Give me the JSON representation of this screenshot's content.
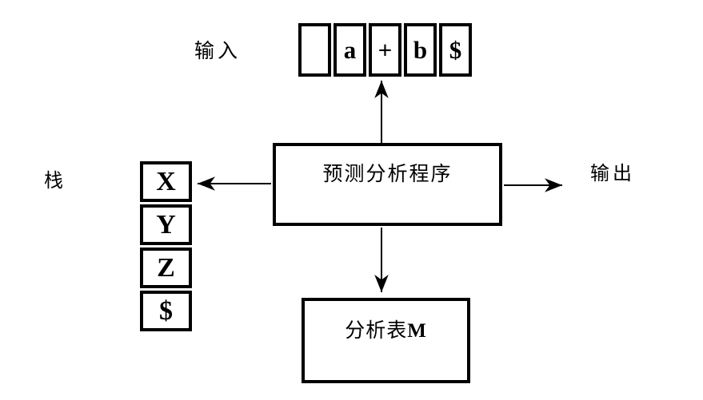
{
  "labels": {
    "input": "输入",
    "stack": "栈",
    "output": "输出"
  },
  "input_tape": {
    "cells": [
      "",
      "a",
      "+",
      "b",
      "$"
    ]
  },
  "stack": {
    "cells": [
      "X",
      "Y",
      "Z",
      "$"
    ]
  },
  "boxes": {
    "parser": "预测分析程序",
    "table_prefix": "分析表",
    "table_suffix": "M"
  },
  "colors": {
    "foreground": "#000000",
    "background": "#ffffff"
  }
}
